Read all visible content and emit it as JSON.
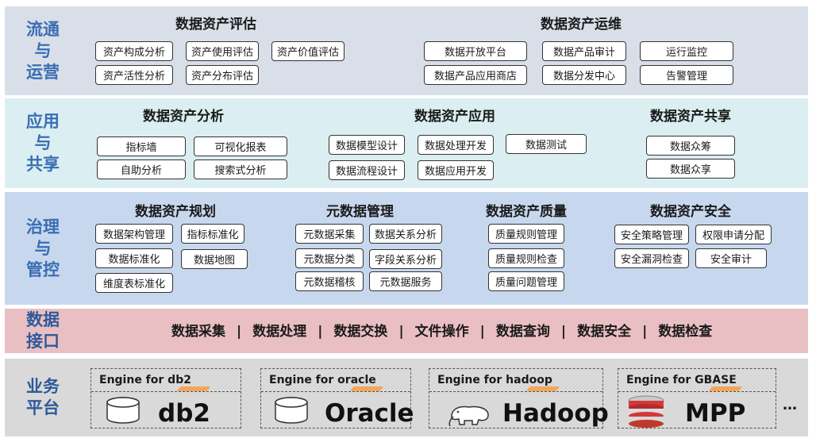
{
  "layers": {
    "circulation": {
      "label": [
        "流通",
        "与",
        "运营"
      ],
      "evaluation": {
        "title": "数据资产评估",
        "items": [
          "资产构成分析",
          "资产使用评估",
          "资产价值评估",
          "资产活性分析",
          "资产分布评估"
        ]
      },
      "operations": {
        "title": "数据资产运维",
        "items": [
          "数据开放平台",
          "数据产品审计",
          "运行监控",
          "数据产品应用商店",
          "数据分发中心",
          "告警管理"
        ]
      }
    },
    "application": {
      "label": [
        "应用",
        "与",
        "共享"
      ],
      "analysis": {
        "title": "数据资产分析",
        "items": [
          "指标墙",
          "可视化报表",
          "自助分析",
          "搜索式分析"
        ]
      },
      "apply": {
        "title": "数据资产应用",
        "items": [
          "数据模型设计",
          "数据处理开发",
          "数据测试",
          "数据流程设计",
          "数据应用开发"
        ]
      },
      "share": {
        "title": "数据资产共享",
        "items": [
          "数据众筹",
          "数据众享"
        ]
      }
    },
    "governance": {
      "label": [
        "治理",
        "与",
        "管控"
      ],
      "planning": {
        "title": "数据资产规划",
        "items": [
          "数据架构管理",
          "指标标准化",
          "数据标准化",
          "数据地图",
          "维度表标准化"
        ]
      },
      "metadata": {
        "title": "元数据管理",
        "items": [
          "元数据采集",
          "数据关系分析",
          "元数据分类",
          "字段关系分析",
          "元数据稽核",
          "元数据服务"
        ]
      },
      "quality": {
        "title": "数据资产质量",
        "items": [
          "质量规则管理",
          "质量规则检查",
          "质量问题管理"
        ]
      },
      "security": {
        "title": "数据资产安全",
        "items": [
          "安全策略管理",
          "权限申请分配",
          "安全漏洞检查",
          "安全审计"
        ]
      }
    },
    "interface": {
      "label": [
        "数据",
        "接口"
      ],
      "items": [
        "数据采集",
        "数据处理",
        "数据交换",
        "文件操作",
        "数据查询",
        "数据安全",
        "数据检查"
      ],
      "separator": "|"
    },
    "business": {
      "label": [
        "业务",
        "平台"
      ],
      "engines": [
        {
          "title": "Engine for db2",
          "name": "db2",
          "icon": "database-cylinder-icon"
        },
        {
          "title": "Engine for  oracle",
          "name": "Oracle",
          "icon": "database-cylinder-icon"
        },
        {
          "title": "Engine for hadoop",
          "name": "Hadoop",
          "icon": "hadoop-elephant-icon"
        },
        {
          "title": "Engine for GBASE",
          "name": "MPP",
          "icon": "gbase-stack-icon"
        }
      ],
      "more": "…"
    }
  },
  "colors": {
    "band1": "#d9dfe9",
    "band2": "#dbeef1",
    "band3": "#c7d8ee",
    "band4": "#e9bfc3",
    "band5": "#d9d9d9",
    "label": "#3a6db3",
    "swoosh": "#f2a65a"
  }
}
